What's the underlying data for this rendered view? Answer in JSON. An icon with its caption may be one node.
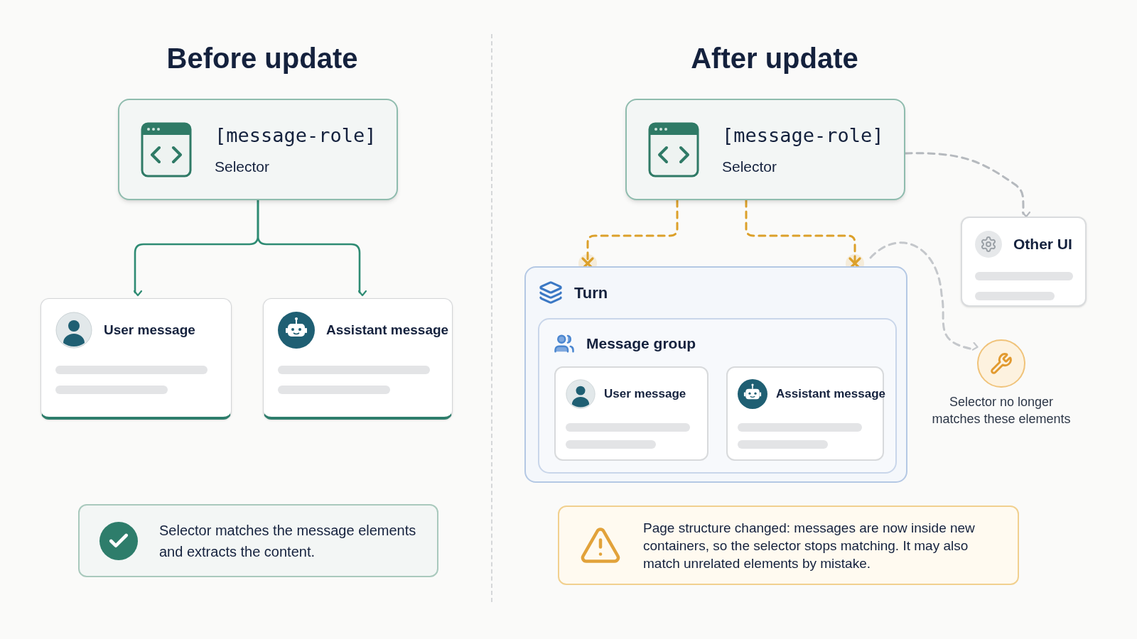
{
  "diagram": {
    "nodes": [
      {
        "text": [
          "[message-role]",
          "Selector"
        ]
      },
      {
        "text": [
          "User message"
        ]
      },
      {
        "text": [
          "Assistant message"
        ]
      },
      {
        "text": [
          "Selector matches the message elements and extracts the content."
        ]
      },
      {
        "text": [
          "[message-role]",
          "Selector"
        ]
      },
      {
        "text": [
          "Turn"
        ]
      },
      {
        "text": [
          "Message group"
        ],
        "in": 5
      },
      {
        "text": [
          "User message"
        ],
        "in": 6
      },
      {
        "text": [
          "Assistant message"
        ],
        "in": 6
      },
      {
        "text": [
          "Other UI"
        ]
      },
      {
        "text": [],
        "shape": "circle",
        "beside": [
          "Selector no longer matches these elements"
        ]
      },
      {
        "text": [
          "Page structure changed: messages are now inside new containers, so the selector stops matching. It may also match unrelated elements by mistake."
        ]
      }
    ],
    "edges": [
      {
        "from": 0,
        "to": 1,
        "arrow": "to",
        "color": "#2e8b73"
      },
      {
        "from": 0,
        "to": 2,
        "arrow": "to",
        "color": "#2e8b73"
      },
      {
        "from": 4,
        "to": 5,
        "arrow": "other",
        "style": "dashed",
        "color": "#dca02a"
      },
      {
        "from": 4,
        "to": 5,
        "arrow": "other",
        "style": "dashed",
        "color": "#dca02a"
      },
      {
        "from": 4,
        "to": 9,
        "arrow": "to",
        "style": "dashed",
        "color": "#b5b9be"
      },
      {
        "from": 5,
        "to": 10,
        "arrow": "to",
        "style": "dashed",
        "color": "#c4c7cb"
      }
    ],
    "labels": [
      "Before update",
      "After update"
    ]
  }
}
